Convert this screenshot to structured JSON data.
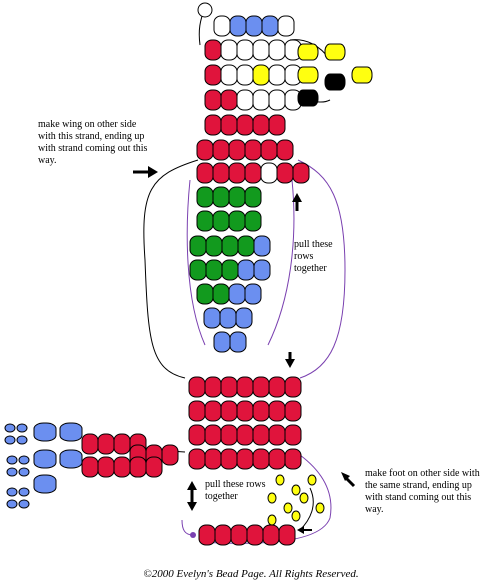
{
  "notes": {
    "wing": "make wing on other side with this strand, ending up with strand coming out this way.",
    "pull_rows_1": "pull these rows together",
    "pull_rows_2": "pull these rows together",
    "foot": "make foot on other side with the same strand, ending up with stand coming out this way."
  },
  "copyright": "©2000 Evelyn's Bead Page. All Rights Reserved.",
  "colors": {
    "red": "#e0143c",
    "blue": "#6b8ff0",
    "green": "#129a1e",
    "yellow": "#ffff10",
    "black": "#000000",
    "white": "#ffffff",
    "thread": "#7a40b0",
    "outline": "#000000"
  },
  "icons": [
    "arrow-right-icon",
    "arrow-up-icon",
    "arrow-down-icon",
    "arrow-updown-icon",
    "arrow-upleft-icon",
    "arrow-left-icon"
  ]
}
